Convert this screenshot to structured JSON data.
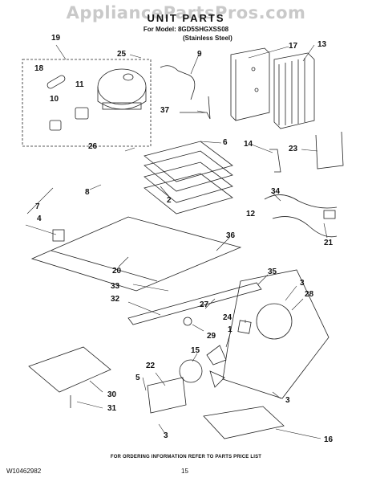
{
  "header": {
    "watermark": "AppliancePartsPros.com",
    "title": "UNIT PARTS",
    "model_line": "For Model: 8GD5SHGXSS08",
    "variant": "(Stainless Steel)"
  },
  "footer": {
    "note": "FOR ORDERING INFORMATION REFER TO PARTS PRICE LIST",
    "doc_id": "W10462982",
    "page": "15"
  },
  "callouts": [
    {
      "id": "c19",
      "label": "19"
    },
    {
      "id": "c25",
      "label": "25"
    },
    {
      "id": "c9",
      "label": "9"
    },
    {
      "id": "c17",
      "label": "17"
    },
    {
      "id": "c13",
      "label": "13"
    },
    {
      "id": "c18",
      "label": "18"
    },
    {
      "id": "c11",
      "label": "11"
    },
    {
      "id": "c10",
      "label": "10"
    },
    {
      "id": "c37",
      "label": "37"
    },
    {
      "id": "c26",
      "label": "26"
    },
    {
      "id": "c6",
      "label": "6"
    },
    {
      "id": "c14",
      "label": "14"
    },
    {
      "id": "c23",
      "label": "23"
    },
    {
      "id": "c8",
      "label": "8"
    },
    {
      "id": "c7",
      "label": "7"
    },
    {
      "id": "c4",
      "label": "4"
    },
    {
      "id": "c2",
      "label": "2"
    },
    {
      "id": "c34",
      "label": "34"
    },
    {
      "id": "c12",
      "label": "12"
    },
    {
      "id": "c21",
      "label": "21"
    },
    {
      "id": "c36",
      "label": "36"
    },
    {
      "id": "c20",
      "label": "20"
    },
    {
      "id": "c35",
      "label": "35"
    },
    {
      "id": "c33",
      "label": "33"
    },
    {
      "id": "c3a",
      "label": "3"
    },
    {
      "id": "c28",
      "label": "28"
    },
    {
      "id": "c32",
      "label": "32"
    },
    {
      "id": "c27",
      "label": "27"
    },
    {
      "id": "c24",
      "label": "24"
    },
    {
      "id": "c29",
      "label": "29"
    },
    {
      "id": "c1",
      "label": "1"
    },
    {
      "id": "c22",
      "label": "22"
    },
    {
      "id": "c15",
      "label": "15"
    },
    {
      "id": "c5",
      "label": "5"
    },
    {
      "id": "c30",
      "label": "30"
    },
    {
      "id": "c31",
      "label": "31"
    },
    {
      "id": "c3b",
      "label": "3"
    },
    {
      "id": "c3c",
      "label": "3"
    },
    {
      "id": "c16",
      "label": "16"
    }
  ]
}
